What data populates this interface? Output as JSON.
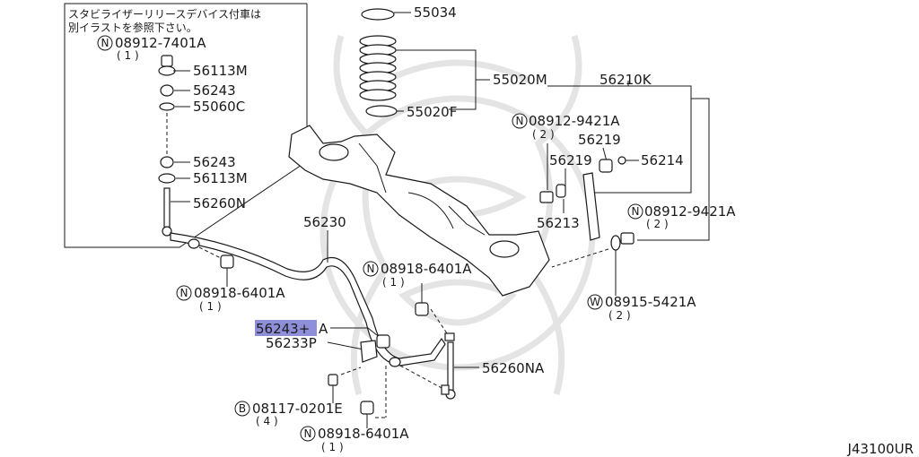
{
  "note_lines": [
    "スタビライザーリリースデバイス付車は",
    "別イラストを参照下さい。"
  ],
  "diagram_id": "J43100UR",
  "highlight_color": "#8f8fd9",
  "labels": {
    "p55034": "55034",
    "p55020m": "55020M",
    "p55020f": "55020F",
    "p56210k": "56210K",
    "n089129421a_1": "08912-9421A",
    "n089129421a_1_qty": "( 2 )",
    "p56219_a": "56219",
    "p56219_b": "56219",
    "p56214": "56214",
    "p56213": "56213",
    "n089129421a_2": "08912-9421A",
    "n089129421a_2_qty": "( 2 )",
    "w089155421a": "08915-5421A",
    "w089155421a_qty": "( 2 )",
    "n089127401a": "08912-7401A",
    "n089127401a_qty": "( 1 )",
    "p56113m_a": "56113M",
    "p56243_a": "56243",
    "p55060c": "55060C",
    "p56243_b": "56243",
    "p56113m_b": "56113M",
    "p56260n": "56260N",
    "p56230": "56230",
    "n089186401a_1": "08918-6401A",
    "n089186401a_1_qty": "( 1 )",
    "n089186401a_2": "08918-6401A",
    "n089186401a_2_qty": "( 1 )",
    "p56243a_main": "56243+",
    "p56243a_suffix": "A",
    "p56233p": "56233P",
    "p56260na": "56260NA",
    "b081170201e": "08117-0201E",
    "b081170201e_qty": "( 4 )",
    "n089186401a_3": "08918-6401A",
    "n089186401a_3_qty": "( 1 )",
    "mark_n": "N",
    "mark_w": "W",
    "mark_b": "B"
  }
}
